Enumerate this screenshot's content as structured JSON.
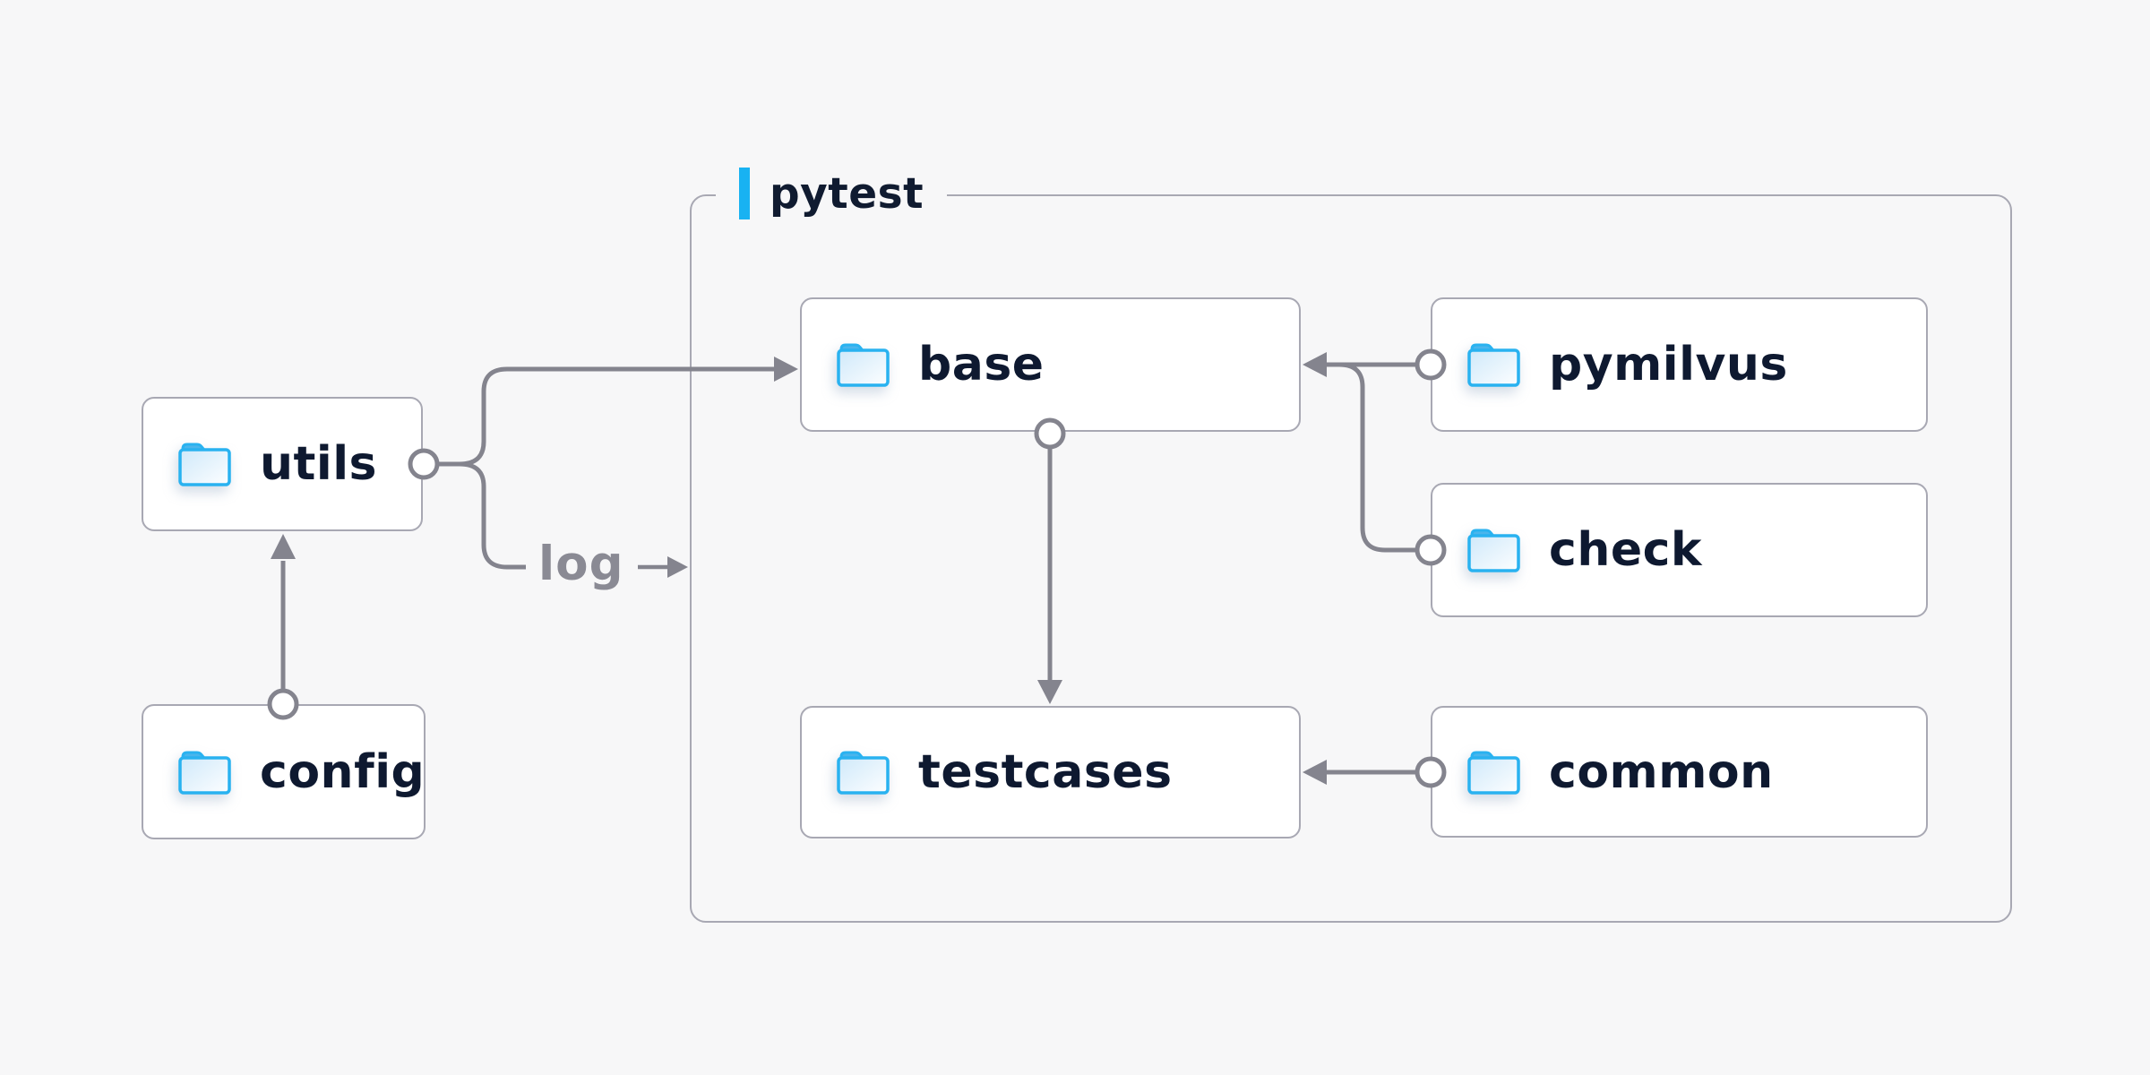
{
  "page": {
    "background": "#f7f7f8"
  },
  "diagram": {
    "type": "folder-structure-diagram",
    "group": {
      "label": "pytest",
      "accent_color": "#18b2f2"
    },
    "nodes": {
      "utils": {
        "label": "utils",
        "icon": "folder-icon"
      },
      "config": {
        "label": "config",
        "icon": "folder-icon"
      },
      "base": {
        "label": "base",
        "icon": "folder-icon"
      },
      "pymilvus": {
        "label": "pymilvus",
        "icon": "folder-icon"
      },
      "check": {
        "label": "check",
        "icon": "folder-icon"
      },
      "testcases": {
        "label": "testcases",
        "icon": "folder-icon"
      },
      "common": {
        "label": "common",
        "icon": "folder-icon"
      }
    },
    "edges": [
      {
        "from": "config",
        "to": "utils",
        "label": ""
      },
      {
        "from": "utils",
        "to": "base",
        "label": ""
      },
      {
        "from": "utils",
        "to": "pytest-group",
        "label": "log"
      },
      {
        "from": "base",
        "to": "testcases",
        "label": ""
      },
      {
        "from": "pymilvus",
        "to": "base",
        "label": ""
      },
      {
        "from": "check",
        "to": "base",
        "label": ""
      },
      {
        "from": "common",
        "to": "testcases",
        "label": ""
      }
    ],
    "colors": {
      "node_background": "#ffffff",
      "node_border": "#a8a8b3",
      "connector": "#84848e",
      "node_text": "#0e1930",
      "edge_label_text": "#8a8a94",
      "accent_blue": "#18b2f2",
      "folder_stroke_blue": "#29b2f0",
      "folder_fill_light": "#d6edfb",
      "folder_tab_blue": "#4ab5ec"
    }
  }
}
